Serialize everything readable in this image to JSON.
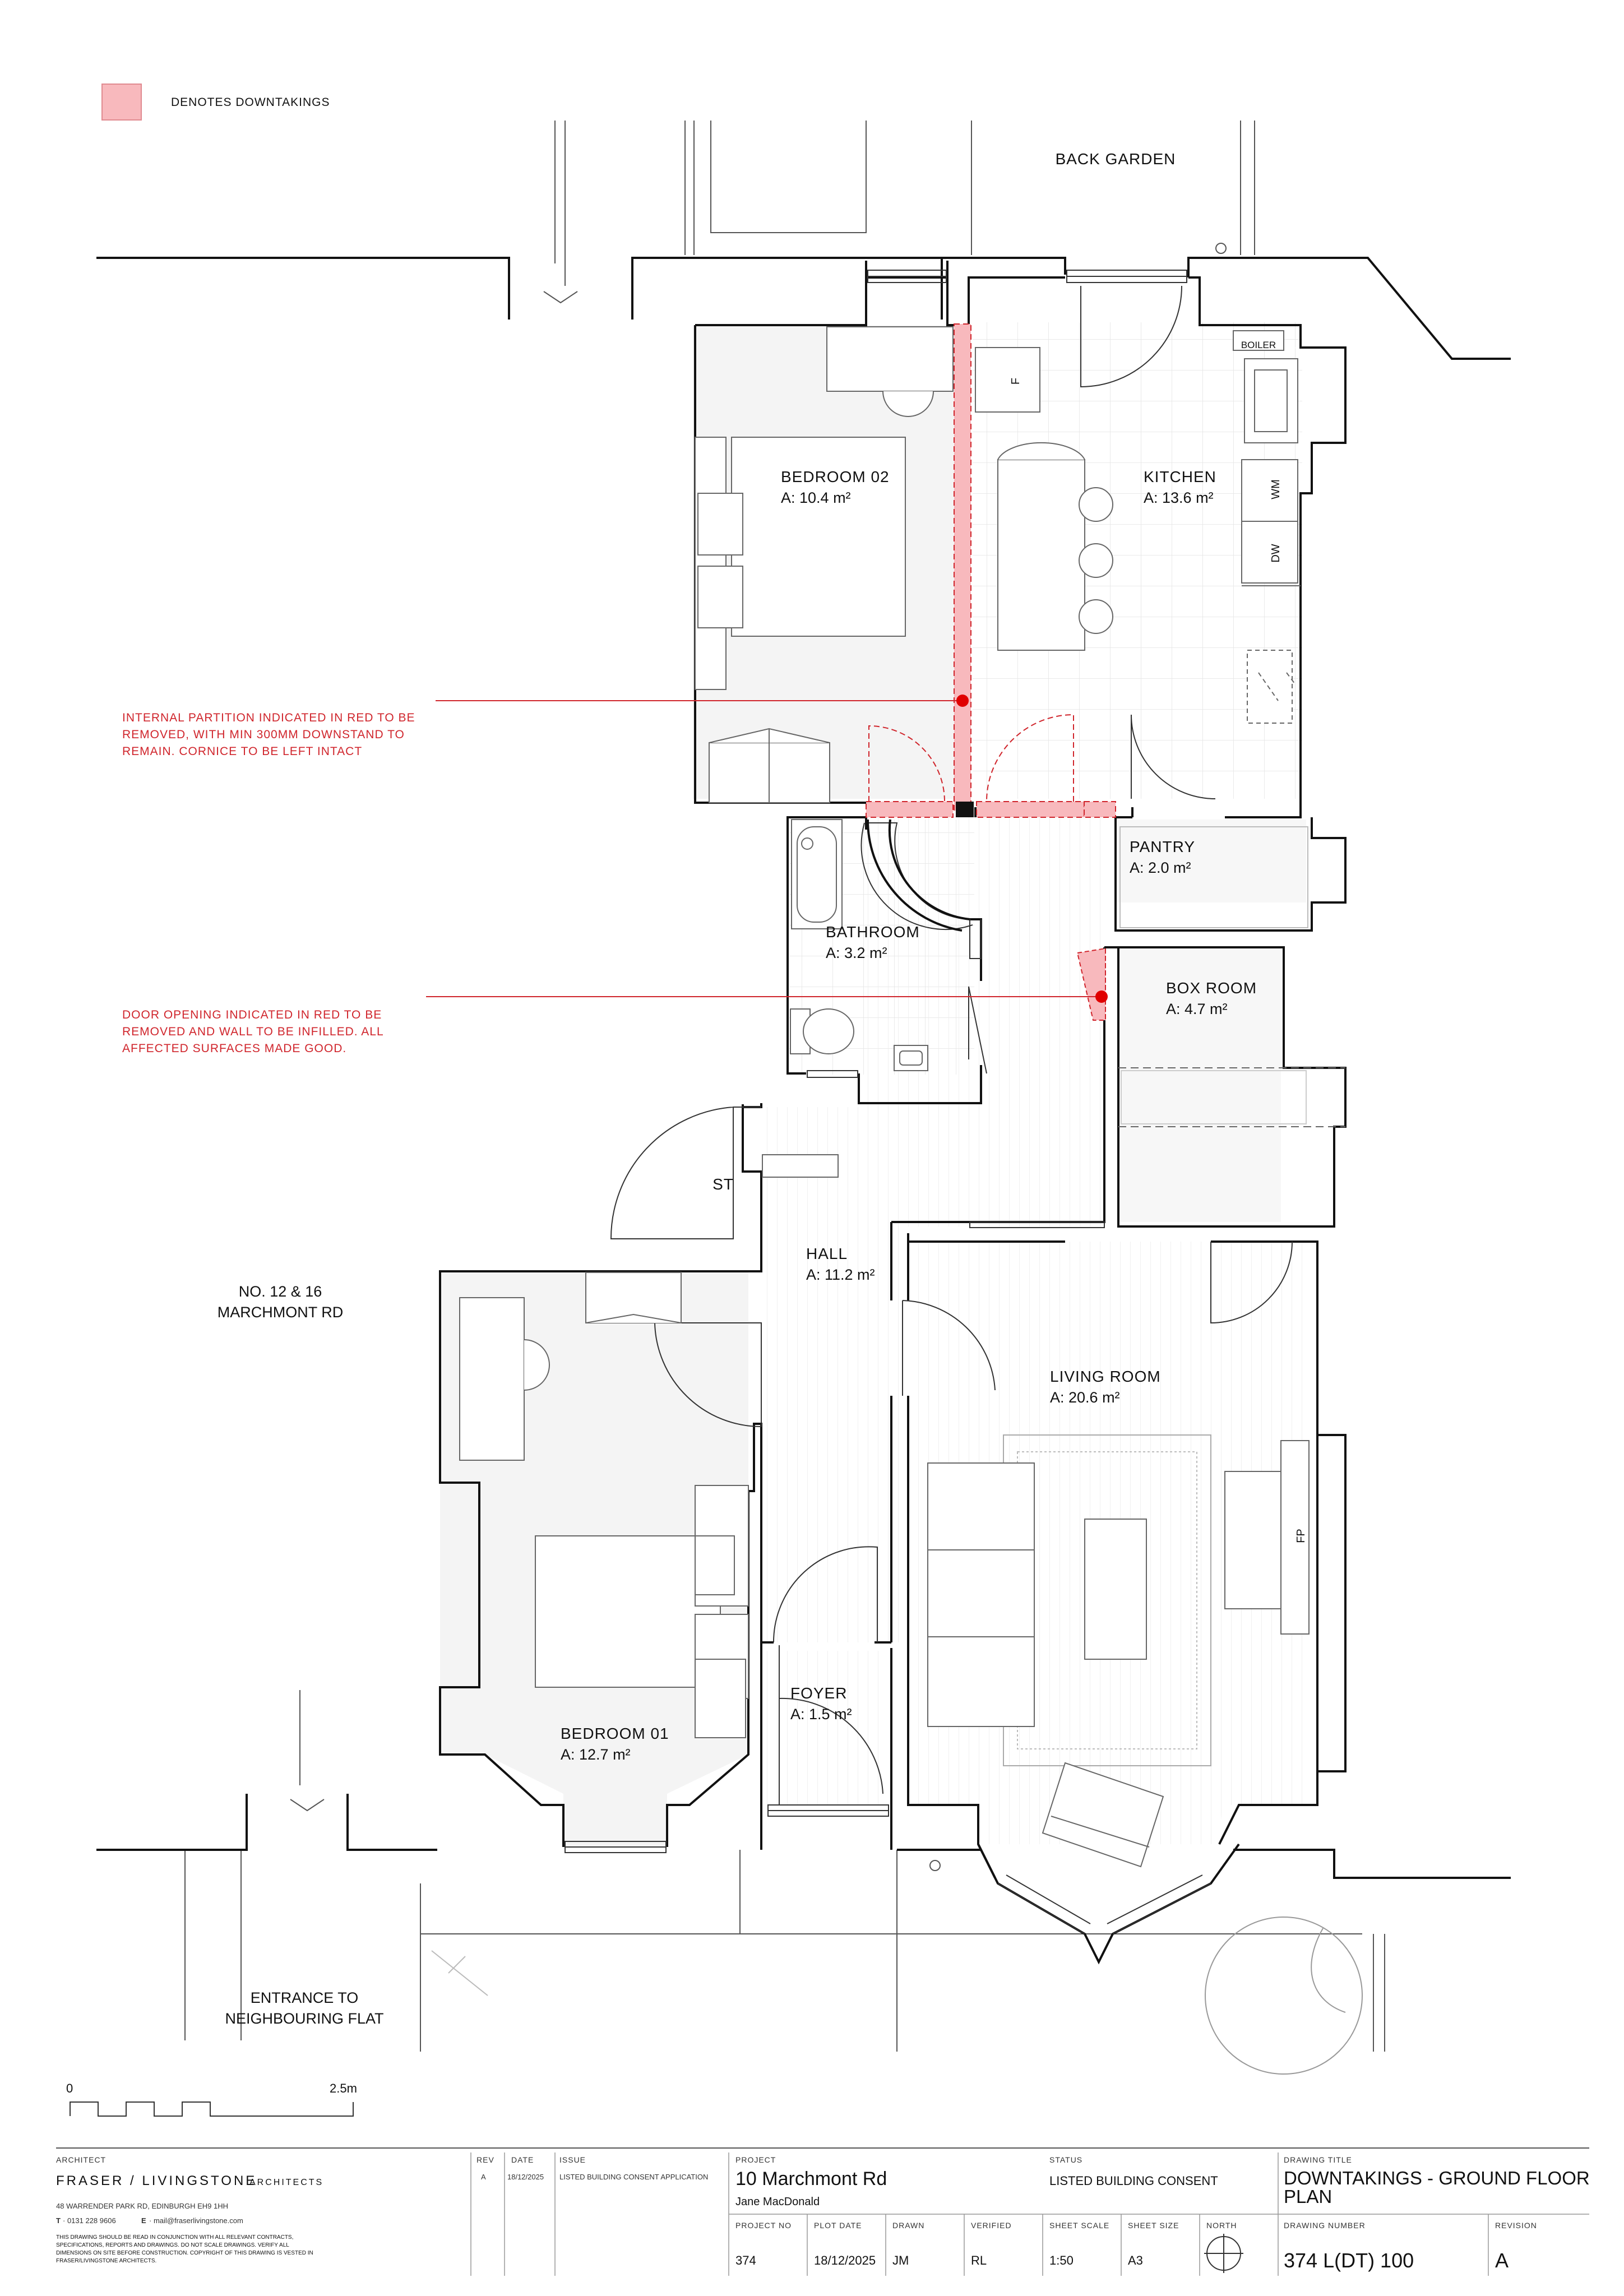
{
  "legend": {
    "label": "DENOTES DOWNTAKINGS",
    "swatch_color": "#f8b9bd"
  },
  "accent_color": "#d0252c",
  "site_labels": {
    "back_garden": "BACK GARDEN",
    "neighbour_line1": "NO. 12 & 16",
    "neighbour_line2": "MARCHMONT RD",
    "entrance_line1": "ENTRANCE TO",
    "entrance_line2": "NEIGHBOURING FLAT"
  },
  "rooms": {
    "bedroom02": {
      "name": "BEDROOM 02",
      "area": "A: 10.4 m²"
    },
    "kitchen": {
      "name": "KITCHEN",
      "area": "A: 13.6 m²"
    },
    "pantry": {
      "name": "PANTRY",
      "area": "A: 2.0 m²"
    },
    "bathroom": {
      "name": "BATHROOM",
      "area": "A: 3.2 m²"
    },
    "boxroom": {
      "name": "BOX ROOM",
      "area": "A: 4.7 m²"
    },
    "hall": {
      "name": "HALL",
      "area": "A: 11.2 m²"
    },
    "living": {
      "name": "LIVING ROOM",
      "area": "A: 20.6 m²"
    },
    "bedroom01": {
      "name": "BEDROOM 01",
      "area": "A: 12.7 m²"
    },
    "foyer": {
      "name": "FOYER",
      "area": "A: 1.5 m²"
    }
  },
  "fixtures": {
    "boiler": "BOILER",
    "fridge": "F",
    "washing_machine": "WM",
    "dishwasher": "DW",
    "store": "ST",
    "fireplace": "FP"
  },
  "notes": {
    "partition": [
      "INTERNAL PARTITION INDICATED IN RED TO BE",
      "REMOVED, WITH MIN 300MM DOWNSTAND TO",
      "REMAIN. CORNICE TO BE LEFT INTACT"
    ],
    "door": [
      "DOOR OPENING INDICATED IN RED TO BE",
      "REMOVED AND WALL TO BE INFILLED. ALL",
      "AFFECTED SURFACES MADE GOOD."
    ]
  },
  "scale_bar": {
    "start": "0",
    "end": "2.5m"
  },
  "title_block": {
    "architect_label": "ARCHITECT",
    "firm_name": "FRASER / LIVINGSTONE",
    "firm_suffix": "ARCHITECTS",
    "address": "48 WARRENDER PARK RD, EDINBURGH EH9 1HH",
    "tel_label": "T",
    "tel": "· 0131 228 9606",
    "email_label": "E",
    "email": "· mail@fraserlivingstone.com",
    "disclaimer": [
      "THIS DRAWING SHOULD BE READ IN CONJUNCTION WITH ALL RELEVANT CONTRACTS,",
      "SPECIFICATIONS, REPORTS AND DRAWINGS. DO NOT SCALE DRAWINGS. VERIFY ALL",
      "DIMENSIONS ON SITE BEFORE CONSTRUCTION. COPYRIGHT OF THIS DRAWING IS VESTED IN",
      "FRASER/LIVINGSTONE ARCHITECTS."
    ],
    "rev_label": "REV",
    "rev": "A",
    "date_label": "DATE",
    "date": "18/12/2025",
    "issue_label": "ISSUE",
    "issue": "LISTED BUILDING CONSENT APPLICATION",
    "project_label": "PROJECT",
    "project": "10 Marchmont Rd",
    "client": "Jane MacDonald",
    "project_no_label": "PROJECT NO",
    "project_no": "374",
    "plot_date_label": "PLOT DATE",
    "plot_date": "18/12/2025",
    "drawn_label": "DRAWN",
    "drawn": "JM",
    "verified_label": "VERIFIED",
    "verified": "RL",
    "status_label": "STATUS",
    "status": "LISTED BUILDING CONSENT",
    "sheet_scale_label": "SHEET SCALE",
    "sheet_scale": "1:50",
    "sheet_size_label": "SHEET SIZE",
    "sheet_size": "A3",
    "north_label": "NORTH",
    "drawing_title_label": "DRAWING TITLE",
    "drawing_title_line1": "DOWNTAKINGS - GROUND FLOOR",
    "drawing_title_line2": "PLAN",
    "drawing_number_label": "DRAWING NUMBER",
    "drawing_number": "374 L(DT) 100",
    "revision_label": "REVISION",
    "revision": "A"
  }
}
